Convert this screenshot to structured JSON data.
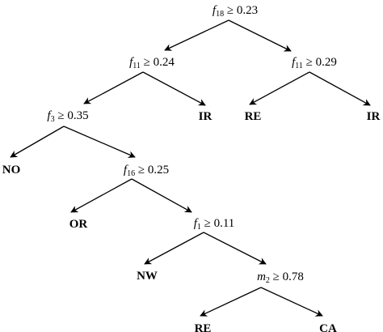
{
  "tree": {
    "nodes": [
      {
        "id": "n0",
        "kind": "split",
        "feature": "f",
        "sub": "18",
        "op": "≥",
        "value": "0.23"
      },
      {
        "id": "n1",
        "kind": "split",
        "feature": "f",
        "sub": "11",
        "op": "≥",
        "value": "0.24"
      },
      {
        "id": "n2",
        "kind": "split",
        "feature": "f",
        "sub": "11",
        "op": "≥",
        "value": "0.29"
      },
      {
        "id": "n3",
        "kind": "split",
        "feature": "f",
        "sub": "3",
        "op": "≥",
        "value": "0.35"
      },
      {
        "id": "n4",
        "kind": "leaf",
        "label": "IR"
      },
      {
        "id": "n5",
        "kind": "leaf",
        "label": "RE"
      },
      {
        "id": "n6",
        "kind": "leaf",
        "label": "IR"
      },
      {
        "id": "n7",
        "kind": "leaf",
        "label": "NO"
      },
      {
        "id": "n8",
        "kind": "split",
        "feature": "f",
        "sub": "16",
        "op": "≥",
        "value": "0.25"
      },
      {
        "id": "n9",
        "kind": "leaf",
        "label": "OR"
      },
      {
        "id": "n10",
        "kind": "split",
        "feature": "f",
        "sub": "1",
        "op": "≥",
        "value": "0.11"
      },
      {
        "id": "n11",
        "kind": "leaf",
        "label": "NW"
      },
      {
        "id": "n12",
        "kind": "split",
        "feature": "m",
        "sub": "2",
        "op": "≥",
        "value": "0.78"
      },
      {
        "id": "n13",
        "kind": "leaf",
        "label": "RE"
      },
      {
        "id": "n14",
        "kind": "leaf",
        "label": "CA"
      }
    ],
    "edges": [
      {
        "from": "n0",
        "to": "n1"
      },
      {
        "from": "n0",
        "to": "n2"
      },
      {
        "from": "n1",
        "to": "n3"
      },
      {
        "from": "n1",
        "to": "n4"
      },
      {
        "from": "n2",
        "to": "n5"
      },
      {
        "from": "n2",
        "to": "n6"
      },
      {
        "from": "n3",
        "to": "n7"
      },
      {
        "from": "n3",
        "to": "n8"
      },
      {
        "from": "n8",
        "to": "n9"
      },
      {
        "from": "n8",
        "to": "n10"
      },
      {
        "from": "n10",
        "to": "n11"
      },
      {
        "from": "n10",
        "to": "n12"
      },
      {
        "from": "n12",
        "to": "n13"
      },
      {
        "from": "n12",
        "to": "n14"
      }
    ],
    "colors": {
      "ink": "#000000",
      "background": "#ffffff"
    }
  }
}
